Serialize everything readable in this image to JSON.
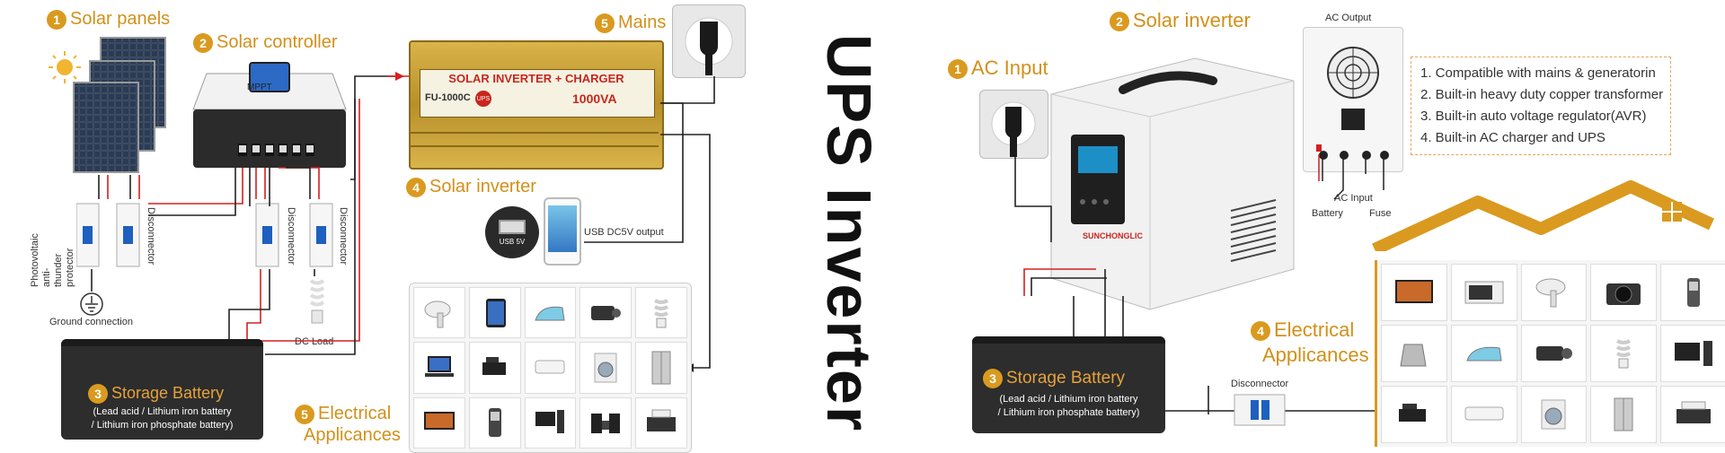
{
  "left": {
    "solar_panels": {
      "num": "1",
      "label": "Solar panels"
    },
    "solar_controller": {
      "num": "2",
      "label": "Solar controller",
      "brand": "MPPT"
    },
    "inverter": {
      "model": "FU-1000C",
      "banner": "SOLAR INVERTER + CHARGER",
      "power": "1000VA",
      "ups": "UPS"
    },
    "mains": {
      "num": "5",
      "label": "Mains"
    },
    "solar_inverter": {
      "num": "4",
      "label": "Solar inverter"
    },
    "usb": {
      "port": "USB 5V",
      "label": "USB DC5V output"
    },
    "pv_protector": "Photovoltaic anti-thunder protector",
    "disconnector": "Disconnector",
    "ground": "Ground connection",
    "dc_load": "DC Load",
    "battery": {
      "num": "3",
      "label": "Storage Battery",
      "line1": "(Lead acid / Lithium iron battery",
      "line2": "/ Lithium iron phosphate battery)"
    },
    "appliances": {
      "num": "5",
      "line1": "Electrical",
      "line2": "Applicances"
    }
  },
  "title": "UPS Inverter",
  "right": {
    "solar_inverter": {
      "num": "2",
      "label": "Solar inverter"
    },
    "ac_input": {
      "num": "1",
      "label": "AC Input"
    },
    "ac_output": "AC Output",
    "back_labels": {
      "ac_input": "AC Input",
      "battery": "Battery",
      "fuse": "Fuse"
    },
    "brand": "SUNCHONGLIC",
    "features": [
      "1. Compatible with mains & generatorin",
      "2. Built-in heavy duty copper transformer",
      "3. Built-in auto voltage regulator(AVR)",
      "4. Built-in AC charger and UPS"
    ],
    "battery": {
      "num": "3",
      "label": "Storage Battery",
      "line1": "(Lead acid / Lithium iron battery",
      "line2": "/ Lithium iron phosphate battery)"
    },
    "disconnector": "Disconnector",
    "appliances": {
      "num": "4",
      "line1": "Electrical",
      "line2": "Applicances"
    }
  },
  "colors": {
    "accent": "#d2901a",
    "wire_red": "#d32020",
    "wire_black": "#222222",
    "gold": "#c9a227"
  }
}
